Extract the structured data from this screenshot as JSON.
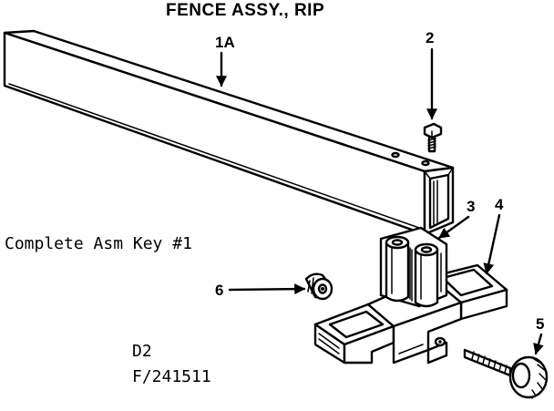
{
  "diagram": {
    "title": "FENCE ASSY., RIP",
    "note": "Complete Asm Key #1",
    "code": "D2",
    "part_number": "F/241511",
    "callouts": [
      {
        "id": "1A",
        "part": "fence-rail"
      },
      {
        "id": "2",
        "part": "screw"
      },
      {
        "id": "3",
        "part": "washer"
      },
      {
        "id": "4",
        "part": "fence-base"
      },
      {
        "id": "5",
        "part": "lock-knob"
      },
      {
        "id": "6",
        "part": "nut"
      }
    ]
  }
}
